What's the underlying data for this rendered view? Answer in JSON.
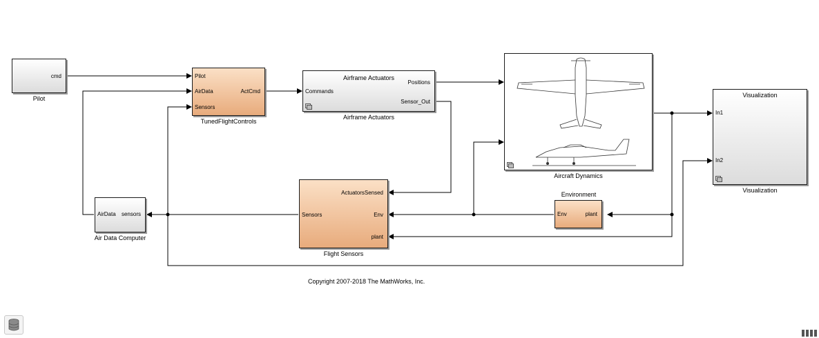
{
  "blocks": {
    "pilot": {
      "label": "Pilot",
      "ports_out": [
        "cmd"
      ]
    },
    "tuned": {
      "label": "TunedFlightControls",
      "ports_in": [
        "Pilot",
        "AirData",
        "Sensors"
      ],
      "ports_out": [
        "ActCmd"
      ]
    },
    "actuators": {
      "title": "Airframe Actuators",
      "label": "Airframe Actuators",
      "ports_in": [
        "Commands"
      ],
      "ports_out": [
        "Positions",
        "Sensor_Out"
      ]
    },
    "aircraft": {
      "label": "Aircraft Dynamics"
    },
    "visualization": {
      "title": "Visualization",
      "label": "Visualization",
      "ports_in": [
        "In1",
        "In2"
      ]
    },
    "airdata": {
      "label": "Air Data Computer",
      "ports_in": [
        "AirData"
      ],
      "ports_out": [
        "sensors"
      ]
    },
    "sensors": {
      "label": "Flight Sensors",
      "ports_in": [
        "ActuatorsSensed",
        "Env",
        "plant"
      ],
      "ports_out": [
        "Sensors"
      ]
    },
    "environment": {
      "label": "Environment",
      "ports_in": [
        "Env"
      ],
      "ports_out": [
        "plant"
      ]
    }
  },
  "copyright": "Copyright 2007-2018 The MathWorks, Inc.",
  "colors": {
    "orange_block": "#e8ab7c",
    "gray_block": "#dcdcdc",
    "wire": "#000000"
  },
  "icons": {
    "model_browser": "database-icon",
    "resize": "resize-grip-icon"
  }
}
